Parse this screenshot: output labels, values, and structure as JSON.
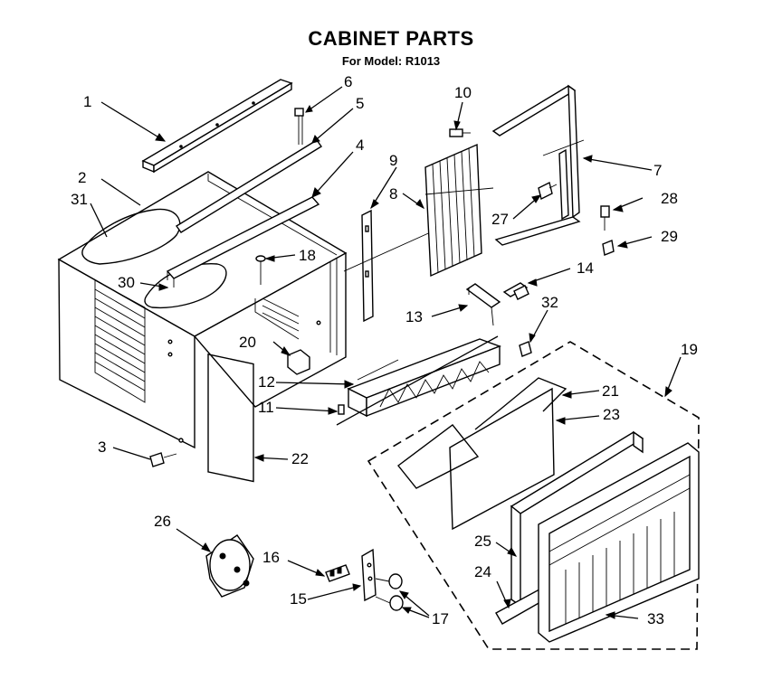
{
  "title": "CABINET PARTS",
  "subtitle": "For Model: R1013",
  "callouts": {
    "c1": "1",
    "c2": "2",
    "c3": "3",
    "c4": "4",
    "c5": "5",
    "c6": "6",
    "c7": "7",
    "c8": "8",
    "c9": "9",
    "c10": "10",
    "c11": "11",
    "c12": "12",
    "c13": "13",
    "c14": "14",
    "c15": "15",
    "c16": "16",
    "c17": "17",
    "c18": "18",
    "c19": "19",
    "c20": "20",
    "c21": "21",
    "c22": "22",
    "c23": "23",
    "c24": "24",
    "c25": "25",
    "c26": "26",
    "c27": "27",
    "c28": "28",
    "c29": "29",
    "c30": "30",
    "c31": "31",
    "c32": "32",
    "c33": "33"
  }
}
